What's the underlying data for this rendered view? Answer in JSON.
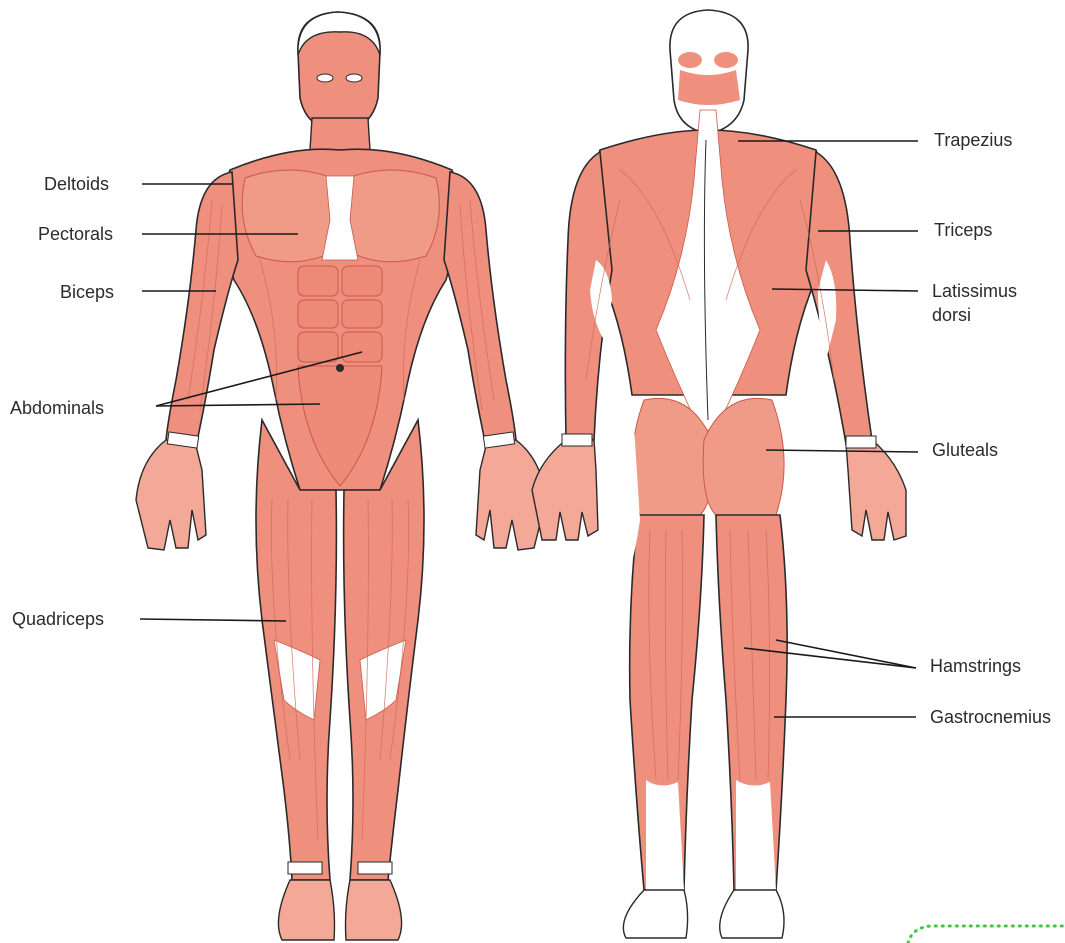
{
  "diagram": {
    "colors": {
      "muscle": "#ef8f7e",
      "muscle_light": "#f4a898",
      "muscle_dark": "#d96a58",
      "fiber": "#c95a49",
      "tendon": "#ffffff",
      "outline": "#2a2a2a",
      "leader": "#1a1a1a",
      "dotted": "#3ec63e"
    },
    "labels": {
      "deltoids": "Deltoids",
      "pectorals": "Pectorals",
      "biceps": "Biceps",
      "abdominals": "Abdominals",
      "quadriceps": "Quadriceps",
      "trapezius": "Trapezius",
      "triceps": "Triceps",
      "latissimus": "Latissimus dorsi",
      "gluteals": "Gluteals",
      "hamstrings": "Hamstrings",
      "gastrocnemius": "Gastrocnemius"
    }
  }
}
